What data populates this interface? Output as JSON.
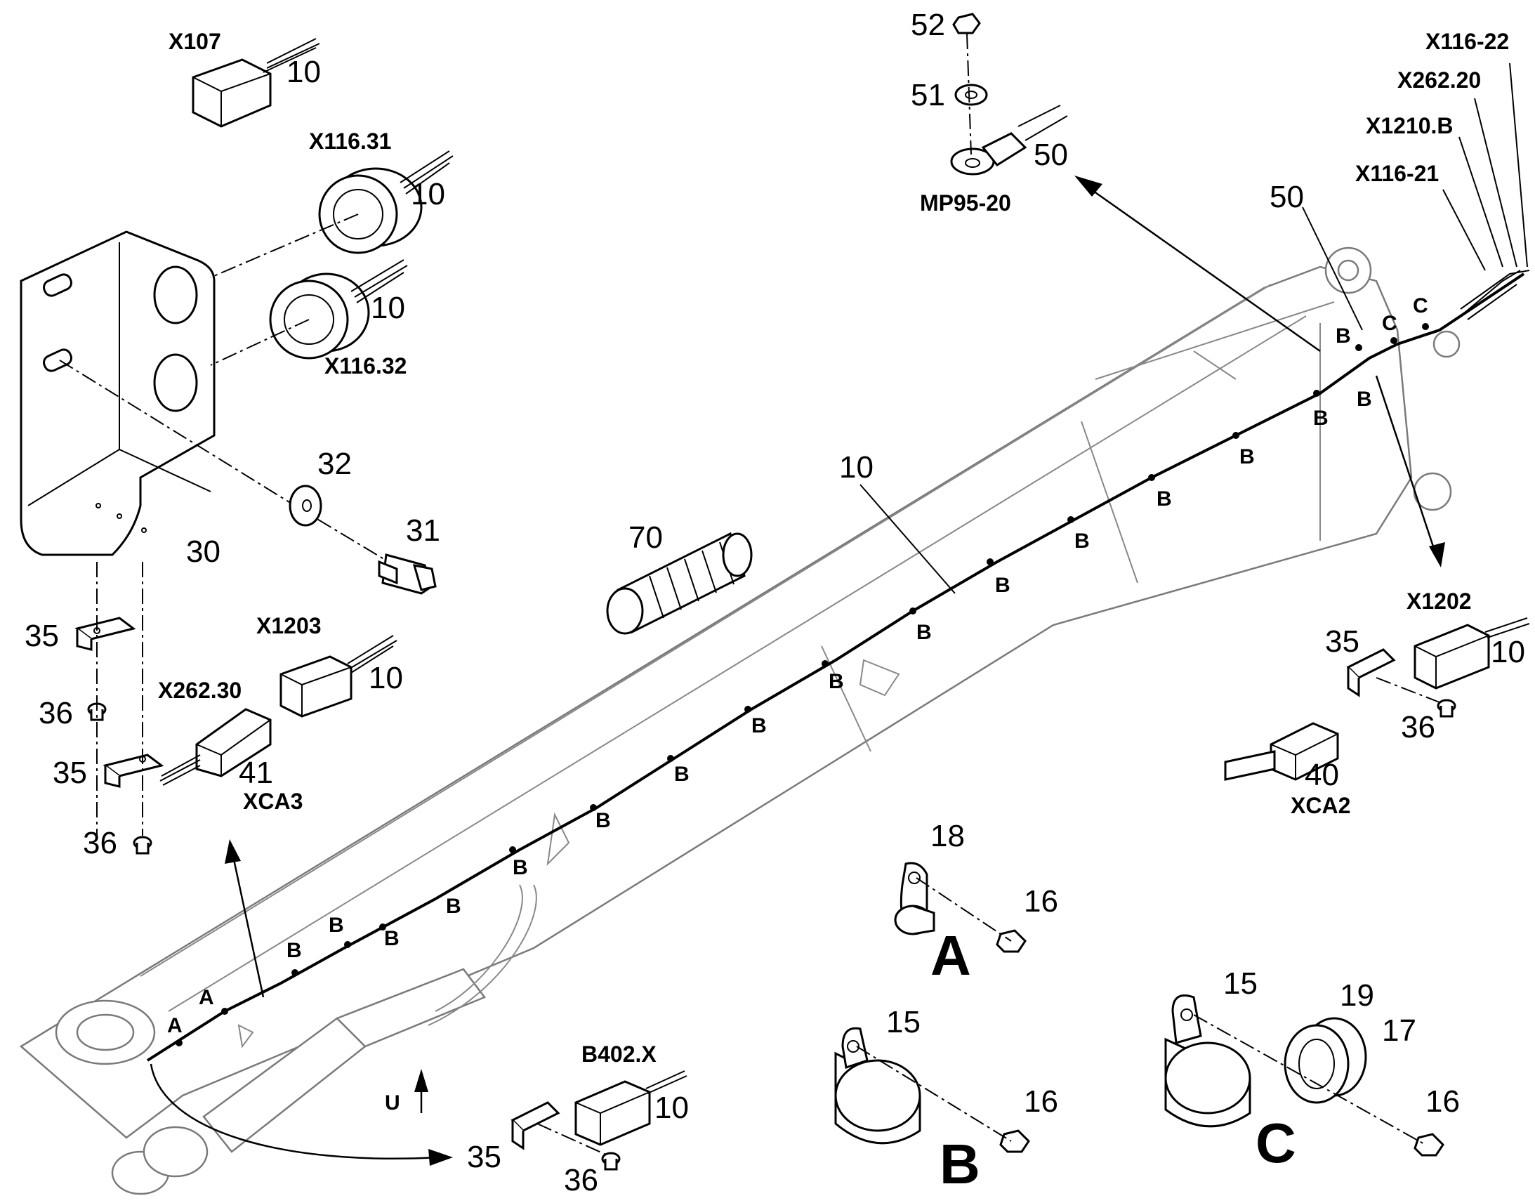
{
  "connectors": {
    "x107": "X107",
    "x116_31": "X116.31",
    "x116_32": "X116.32",
    "x1203": "X1203",
    "x262_30": "X262.30",
    "xca3": "XCA3",
    "x1202": "X1202",
    "xca2": "XCA2",
    "b402x": "B402.X",
    "mp95_20": "MP95-20",
    "x116_22": "X116-22",
    "x262_20": "X262.20",
    "x1210b": "X1210.B",
    "x116_21": "X116-21"
  },
  "part_numbers": {
    "p10": "10",
    "p15": "15",
    "p16": "16",
    "p17": "17",
    "p18": "18",
    "p19": "19",
    "p30": "30",
    "p31": "31",
    "p32": "32",
    "p35": "35",
    "p36": "36",
    "p40": "40",
    "p41": "41",
    "p50": "50",
    "p51": "51",
    "p52": "52",
    "p70": "70"
  },
  "clamp_types": {
    "a": "A",
    "b": "B",
    "c": "C"
  },
  "direction": {
    "up": "U"
  }
}
